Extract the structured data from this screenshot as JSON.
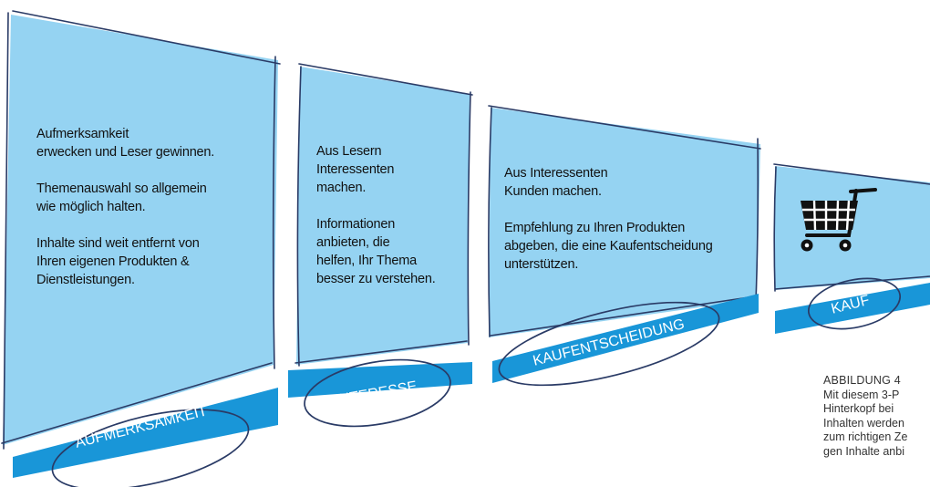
{
  "colors": {
    "panel_fill": "#95d3f2",
    "band_fill": "#1996d8",
    "sketch_stroke": "#2a3b66",
    "text": "#111111",
    "label_text": "#ffffff"
  },
  "stages": [
    {
      "text": "Aufmerksamkeit\nerwecken und Leser gewinnen.\n\nThemenauswahl so allgemein\nwie möglich halten.\n\nInhalte sind weit entfernt von\nIhren eigenen Produkten &\nDienstleistungen.",
      "label": "AUFMERKSAMKEIT"
    },
    {
      "text": "Aus Lesern\nInteressenten\nmachen.\n\nInformationen\nanbieten, die\nhelfen, Ihr Thema\nbesser zu verstehen.",
      "label": "INTERESSE"
    },
    {
      "text": "Aus Interessenten\nKunden machen.\n\nEmpfehlung zu Ihren Produkten\nabgeben, die eine Kaufentscheidung\nunterstützen.",
      "label": "KAUFENTSCHEIDUNG"
    },
    {
      "text": "",
      "label": "KAUF",
      "icon": "shopping-cart-icon"
    }
  ],
  "caption": {
    "title": "ABBILDUNG 4",
    "lines": [
      "Mit diesem 3-P",
      "Hinterkopf bei",
      "Inhalten werden",
      "zum richtigen Ze",
      "gen Inhalte anbi"
    ]
  }
}
